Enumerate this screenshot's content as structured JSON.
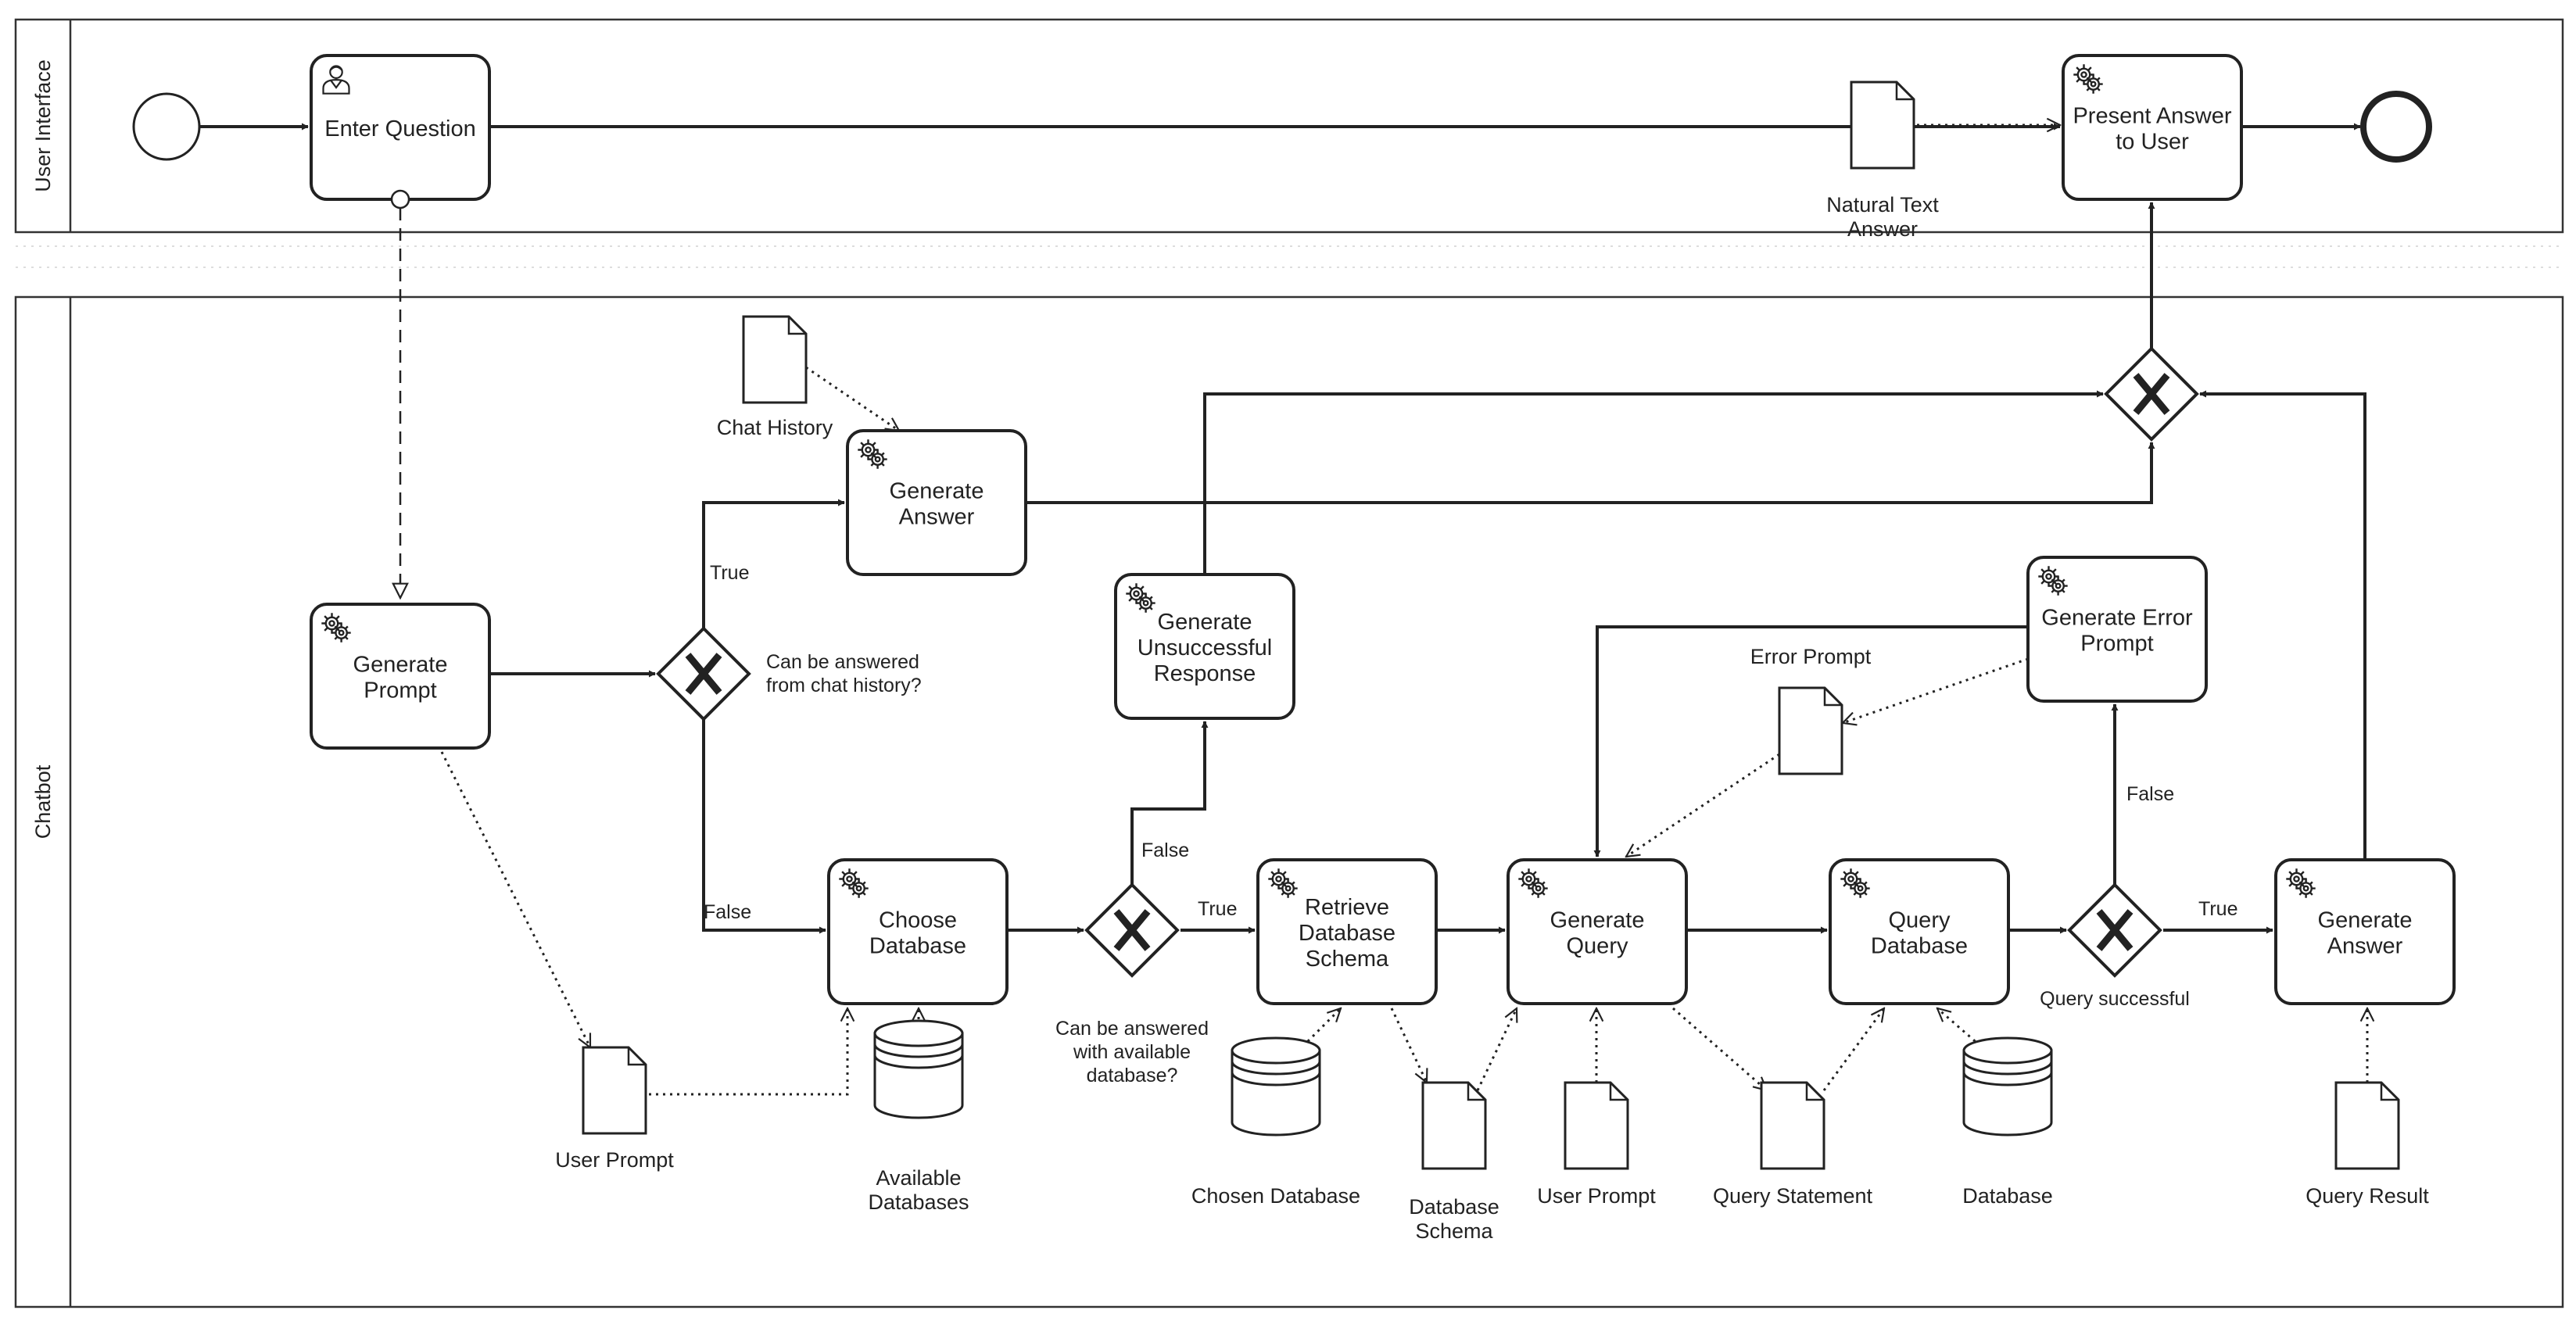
{
  "lanes": [
    {
      "id": "ui",
      "label": "User Interface"
    },
    {
      "id": "chatbot",
      "label": "Chatbot"
    }
  ],
  "events": {
    "start": {
      "kind": "start-event"
    },
    "end": {
      "kind": "end-event"
    }
  },
  "tasks": {
    "enter_question": {
      "lines": [
        "Enter Question"
      ],
      "icon": "user-icon"
    },
    "present_answer": {
      "lines": [
        "Present Answer",
        "to User"
      ],
      "icon": "gear-icon"
    },
    "generate_prompt": {
      "lines": [
        "Generate",
        "Prompt"
      ],
      "icon": "gear-icon"
    },
    "generate_answer_top": {
      "lines": [
        "Generate",
        "Answer"
      ],
      "icon": "gear-icon"
    },
    "generate_unsuccessful": {
      "lines": [
        "Generate",
        "Unsuccessful",
        "Response"
      ],
      "icon": "gear-icon"
    },
    "generate_error_prompt": {
      "lines": [
        "Generate Error",
        "Prompt"
      ],
      "icon": "gear-icon"
    },
    "choose_database": {
      "lines": [
        "Choose",
        "Database"
      ],
      "icon": "gear-icon"
    },
    "retrieve_schema": {
      "lines": [
        "Retrieve",
        "Database",
        "Schema"
      ],
      "icon": "gear-icon"
    },
    "generate_query": {
      "lines": [
        "Generate",
        "Query"
      ],
      "icon": "gear-icon"
    },
    "query_database": {
      "lines": [
        "Query",
        "Database"
      ],
      "icon": "gear-icon"
    },
    "generate_answer_bottom": {
      "lines": [
        "Generate",
        "Answer"
      ],
      "icon": "gear-icon"
    }
  },
  "gateways": {
    "chat_history": {
      "lines": [
        "Can be answered",
        "from chat history?"
      ]
    },
    "available_db": {
      "lines": [
        "Can be answered",
        "with available",
        "database?"
      ]
    },
    "query_ok": {
      "lines": [
        "Query successful"
      ]
    },
    "merge": {
      "lines": []
    }
  },
  "data_objects": {
    "natural_text_answer": {
      "lines": [
        "Natural Text",
        "Answer"
      ]
    },
    "chat_history": {
      "lines": [
        "Chat History"
      ]
    },
    "user_prompt_1": {
      "lines": [
        "User Prompt"
      ]
    },
    "error_prompt": {
      "lines": [
        "Error Prompt"
      ]
    },
    "database_schema": {
      "lines": [
        "Database",
        "Schema"
      ]
    },
    "user_prompt_2": {
      "lines": [
        "User Prompt"
      ]
    },
    "query_statement": {
      "lines": [
        "Query Statement"
      ]
    },
    "query_result": {
      "lines": [
        "Query Result"
      ]
    }
  },
  "data_stores": {
    "available_databases": {
      "lines": [
        "Available",
        "Databases"
      ]
    },
    "chosen_database": {
      "lines": [
        "Chosen Database"
      ]
    },
    "database": {
      "lines": [
        "Database"
      ]
    }
  },
  "flow_labels": {
    "true_1": "True",
    "false_1": "False",
    "true_2": "True",
    "false_2": "False",
    "true_3": "True",
    "false_3": "False"
  }
}
